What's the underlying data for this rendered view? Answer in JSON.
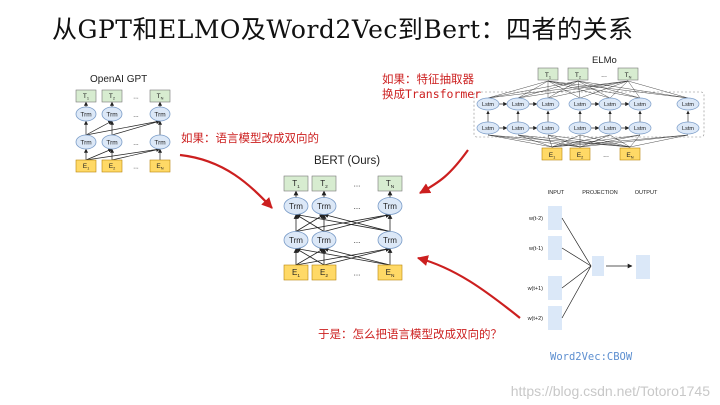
{
  "title": "从GPT和ELMO及Word2Vec到Bert：四者的关系",
  "gpt": {
    "title": "OpenAI GPT",
    "outputs": [
      "T1",
      "T2",
      "TN"
    ],
    "inputs": [
      "E1",
      "E2",
      "EN"
    ],
    "node": "Trm",
    "ellipsis": "..."
  },
  "bert": {
    "title": "BERT (Ours)",
    "outputs": [
      "T1",
      "T2",
      "TN"
    ],
    "inputs": [
      "E1",
      "E2",
      "EN"
    ],
    "node": "Trm",
    "ellipsis": "..."
  },
  "elmo": {
    "title": "ELMo",
    "outputs": [
      "T1",
      "T2",
      "TN"
    ],
    "inputs": [
      "E1",
      "E2",
      "EN"
    ],
    "node": "Lstm",
    "ellipsis": "..."
  },
  "cbow": {
    "headers": [
      "INPUT",
      "PROJECTION",
      "OUTPUT"
    ],
    "inputs": [
      "w(t-2)",
      "w(t-1)",
      "w(t+1)",
      "w(t+2)"
    ],
    "caption": "Word2Vec:CBOW"
  },
  "annotations": {
    "elmo_line1": "如果：特征抽取器",
    "elmo_line2": "换成Transformer",
    "gpt": "如果：语言模型改成双向的",
    "w2v": "于是：怎么把语言模型改成双向的？"
  },
  "watermark": "https://blog.csdn.net/Totoro1745",
  "colors": {
    "annotation": "#cc1f1f",
    "node_fill": "#dce8f7",
    "node_stroke": "#7a9cc8",
    "output_fill": "#d7ecd0",
    "input_fill": "#ffd966",
    "caption": "#5d8fd0"
  }
}
